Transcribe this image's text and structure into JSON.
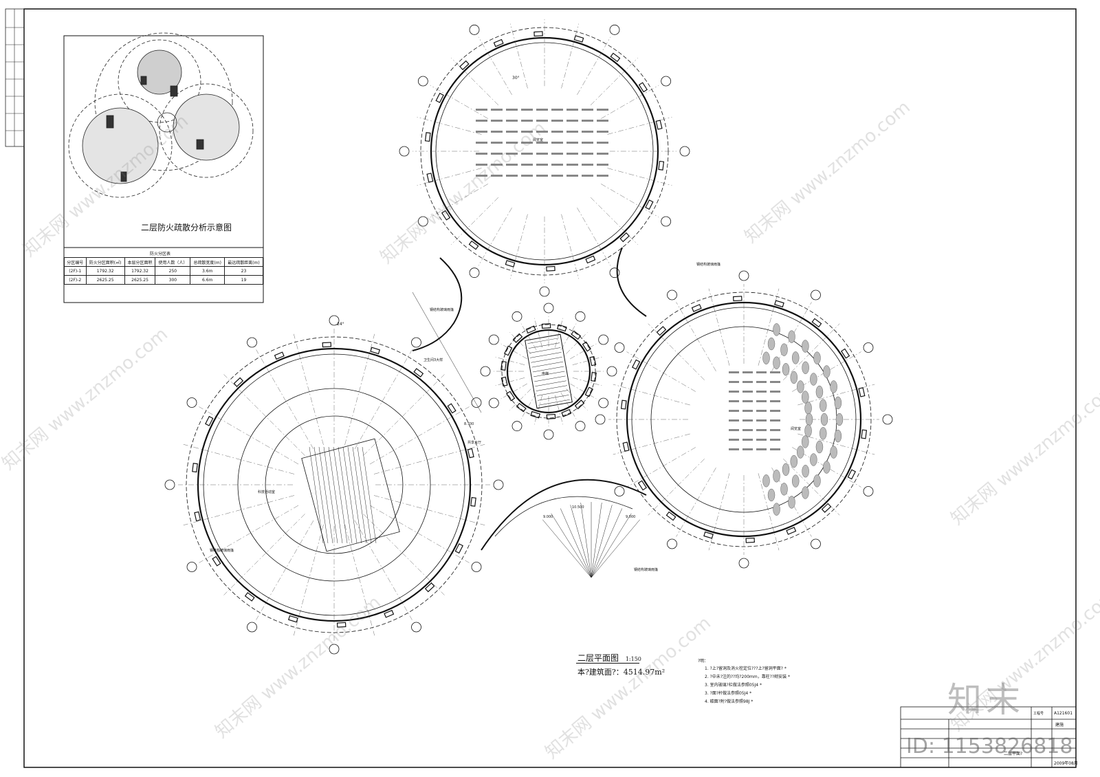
{
  "legend": {
    "title": "二层防火疏散分析示意图",
    "zone_table_title": "防火分区表",
    "headers": [
      "分区编号",
      "防火分区面积(㎡)",
      "本层分区面积",
      "使用人数（人）",
      "总疏散宽度(m)",
      "最远疏散距离(m)"
    ],
    "rows": [
      [
        "(2F)-1",
        "1792.32",
        "1792.32",
        "250",
        "3.6m",
        "23"
      ],
      [
        "(2F)-2",
        "2625.25",
        "2625.25",
        "300",
        "6.6m",
        "19"
      ]
    ]
  },
  "plan": {
    "title": "二层平面图",
    "scale": "1:150",
    "area": "本?建筑面?：4514.97m²"
  },
  "notes": {
    "heading": "?明：",
    "items": [
      "1. ?上?留洞及消火栓定位???上?留洞平面? *",
      "2. ?中未?注的??均?200mm，靠柱??砌安装 *",
      "3. 室内玻璃?栏做法参照05J4 *",
      "3. ?面?杆做法参照05J4 *",
      "4. 碳面?附?做法参照98J *"
    ]
  },
  "labels": {
    "left_hall": "科技活动室",
    "center_hall": "共享大厅",
    "north_hall": "阅览室",
    "east_hall": "阅览室",
    "stair_note": "卫生间3大样",
    "elevator": "电梯",
    "annot_1": "钢结构玻璃雨篷",
    "annot_2": "钢结构玻璃雨篷",
    "annot_3": "钢结构玻璃雨篷",
    "annot_4": "钢结构玻璃雨篷",
    "elev_1": "8.700",
    "elev_2": "10.500",
    "elev_3": "9.000",
    "elev_4": "9.000",
    "dim_30": "30°",
    "dim_24": "24°"
  },
  "title_block": {
    "project_no_label": "工程号",
    "project_no": "A121601",
    "discipline": "建施",
    "drawing_name": "二层平面?",
    "date": "2009年08月",
    "stamp": "知末"
  },
  "watermark": {
    "text": "知末网 www.znzmo.com",
    "id": "ID: 1153826818"
  }
}
